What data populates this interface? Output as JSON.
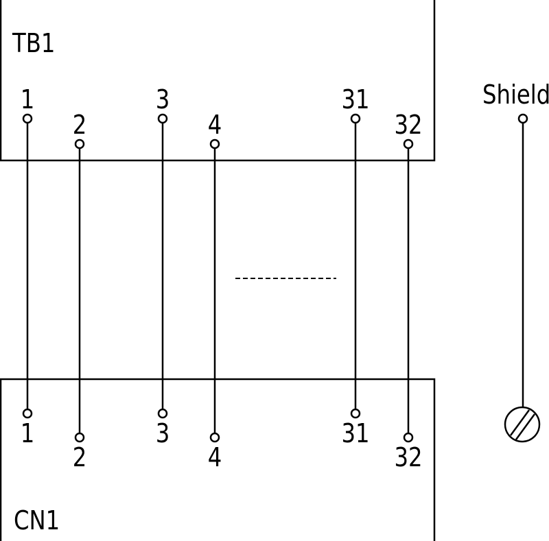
{
  "top_block": {
    "label": "TB1"
  },
  "bottom_block": {
    "label": "CN1"
  },
  "pins": [
    {
      "top_label": "1",
      "bottom_label": "1",
      "row": "upper"
    },
    {
      "top_label": "2",
      "bottom_label": "2",
      "row": "lower"
    },
    {
      "top_label": "3",
      "bottom_label": "3",
      "row": "upper"
    },
    {
      "top_label": "4",
      "bottom_label": "4",
      "row": "lower"
    },
    {
      "top_label": "31",
      "bottom_label": "31",
      "row": "upper"
    },
    {
      "top_label": "32",
      "bottom_label": "32",
      "row": "lower"
    }
  ],
  "shield": {
    "label": "Shield",
    "terminal": "ground-symbol"
  },
  "continuation": "dashed-line-ellipsis",
  "line_color": "#000000"
}
